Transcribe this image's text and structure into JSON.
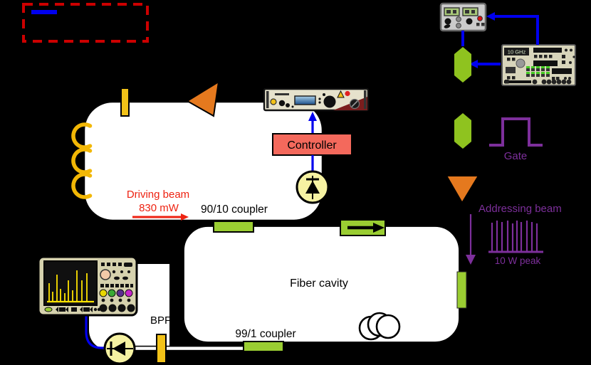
{
  "figure": {
    "driving": {
      "beam_label": "Driving beam",
      "power_label": "830 mW",
      "coupler_label": "90/10 coupler"
    },
    "cavity": {
      "label": "Fiber cavity",
      "coupler_label": "99/1 coupler"
    },
    "feedback": {
      "controller_label": "Controller"
    },
    "detection": {
      "bpf_label": "BPF"
    },
    "addressing": {
      "generator_label": "10 GHz",
      "gate_label": "Gate",
      "beam_label": "Addressing beam",
      "peak_label": "10 W peak"
    },
    "colors": {
      "electrical_blue": "#0000ee",
      "legend_red": "#cc0000",
      "optical_purple": "#7d2f9b",
      "signal_red": "#ee2211",
      "amplifier_orange": "#e5791e",
      "coupler_green": "#9acd32",
      "modulator_green": "#8fc31f",
      "filter_gold": "#f2c218",
      "spool_amber": "#f2b705",
      "photodiode_yellow": "#f6f2a2",
      "controller_red": "#f4695c"
    }
  }
}
